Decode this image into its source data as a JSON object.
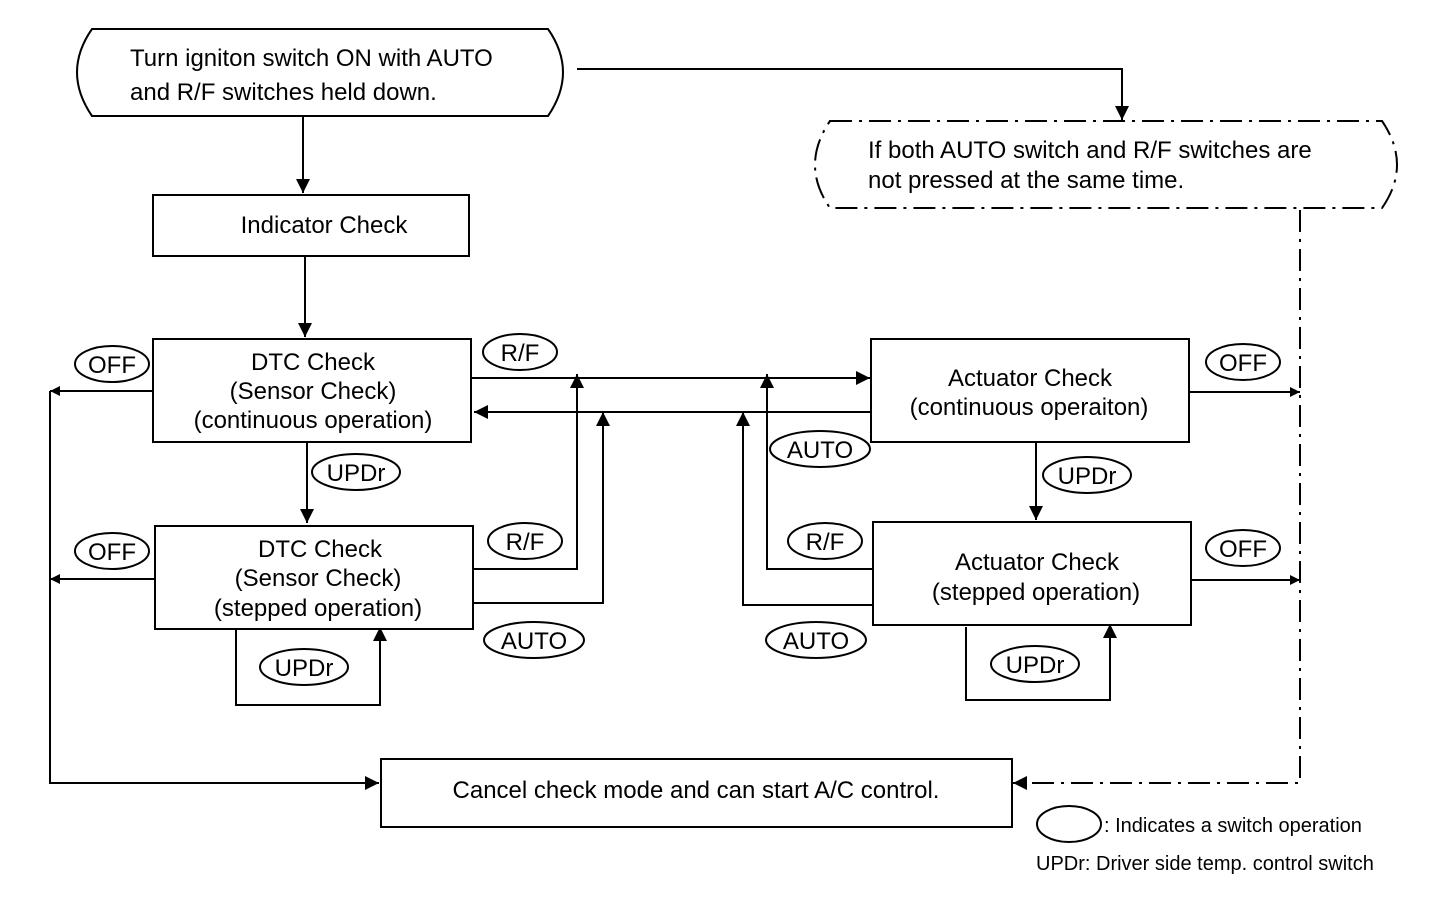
{
  "start": {
    "line1": "Turn igniton switch ON with AUTO",
    "line2": "and R/F switches held down."
  },
  "alt": {
    "line1": "If both AUTO switch and R/F switches are",
    "line2": "not pressed at the same time."
  },
  "indicator": {
    "label": "Indicator Check"
  },
  "dtc_cont": {
    "line1": "DTC Check",
    "line2": "(Sensor Check)",
    "line3": "(continuous operation)"
  },
  "dtc_step": {
    "line1": "DTC Check",
    "line2": "(Sensor Check)",
    "line3": "(stepped operation)"
  },
  "act_cont": {
    "line1": "Actuator Check",
    "line2": "(continuous operaiton)"
  },
  "act_step": {
    "line1": "Actuator Check",
    "line2": "(stepped operation)"
  },
  "cancel": {
    "label": "Cancel check mode and can start A/C control."
  },
  "switches": {
    "off": "OFF",
    "rf": "R/F",
    "auto": "AUTO",
    "updr": "UPDr"
  },
  "legend": {
    "switch_op": ": Indicates a switch operation",
    "updr_def": "UPDr: Driver side temp. control switch"
  }
}
